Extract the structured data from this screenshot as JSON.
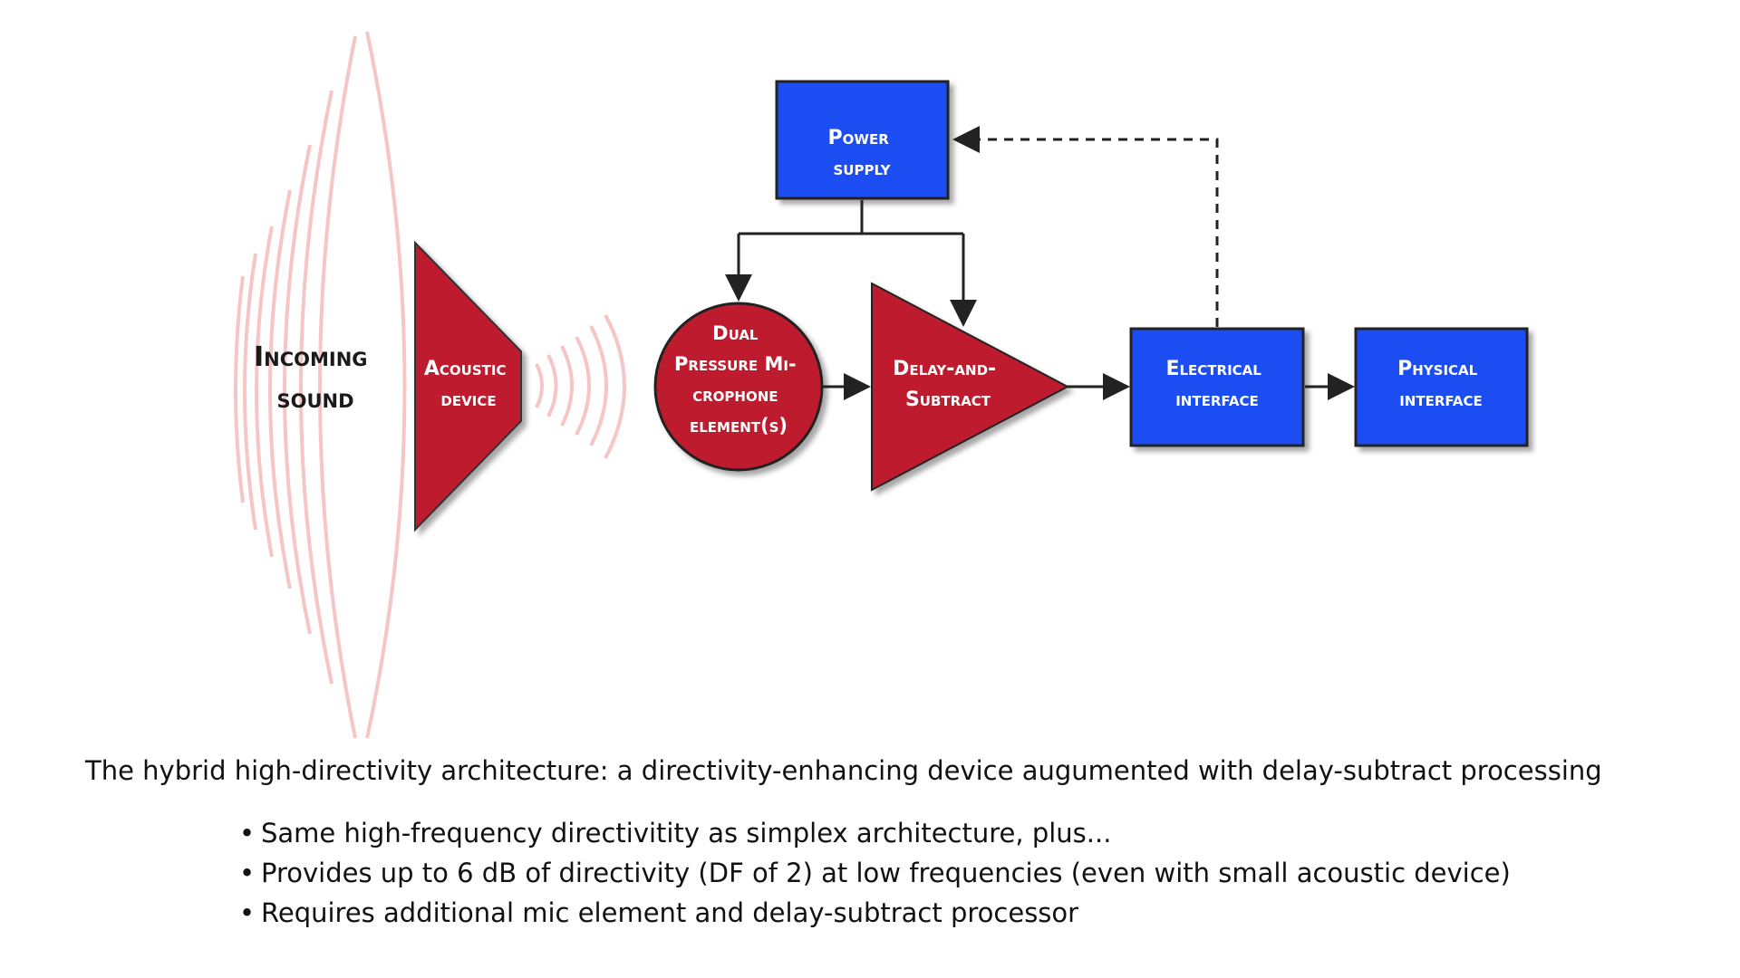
{
  "diagram": {
    "incoming_sound": [
      "Incoming",
      "sound"
    ],
    "acoustic_device": [
      "Acoustic",
      "device"
    ],
    "mic_element": [
      "Dual",
      "Pressure Mi-",
      "crophone",
      "element(s)"
    ],
    "delay_subtract": [
      "Delay-and-",
      "Subtract"
    ],
    "power_supply": [
      "Power",
      "supply"
    ],
    "electrical_interface": [
      "Electrical",
      "interface"
    ],
    "physical_interface": [
      "Physical",
      "interface"
    ],
    "colors": {
      "red_block": "#BE1E2D",
      "blue_block": "#1F4EF2",
      "wave": "#F6C5C5",
      "line": "#222222"
    }
  },
  "caption": "The hybrid high-directivity architecture: a directivity-enhancing device augumented with delay-subtract processing",
  "bullets": [
    "Same high-frequency directivitity as simplex architecture, plus...",
    "Provides up to 6 dB of directivity (DF of 2) at low frequencies (even with small acoustic device)",
    "Requires additional mic element and delay-subtract processor"
  ]
}
